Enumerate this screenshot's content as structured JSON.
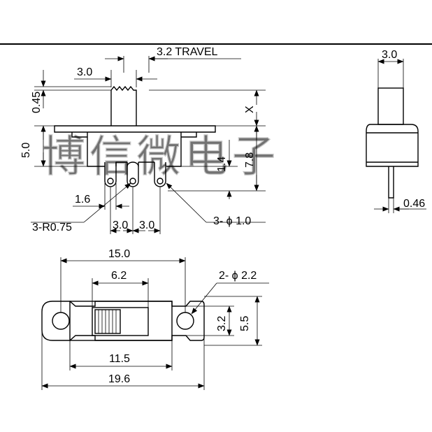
{
  "diagram": {
    "travel_label": "3.2 TRAVEL",
    "side_view": {
      "actuator_width": "3.0",
      "actuator_tip": "0.45",
      "body_height": "5.0",
      "x_label": "X",
      "pin_length": "1.4",
      "total_height": "7.8",
      "pin_offset": "1.6",
      "pin_radius_note": "3-R0.75",
      "pin_pitch_1": "3.0",
      "pin_pitch_2": "3.0",
      "pin_hole_note": "3- ϕ 1.0"
    },
    "end_view": {
      "actuator_width": "3.0",
      "pin_thickness": "0.46"
    },
    "top_view": {
      "hole_pitch": "15.0",
      "slot_width": "6.2",
      "hole_note": "2- ϕ 2.2",
      "body_height": "3.2",
      "flange_height": "5.5",
      "body_length": "11.5",
      "flange_length": "19.6"
    }
  },
  "watermark": "博信微电子"
}
